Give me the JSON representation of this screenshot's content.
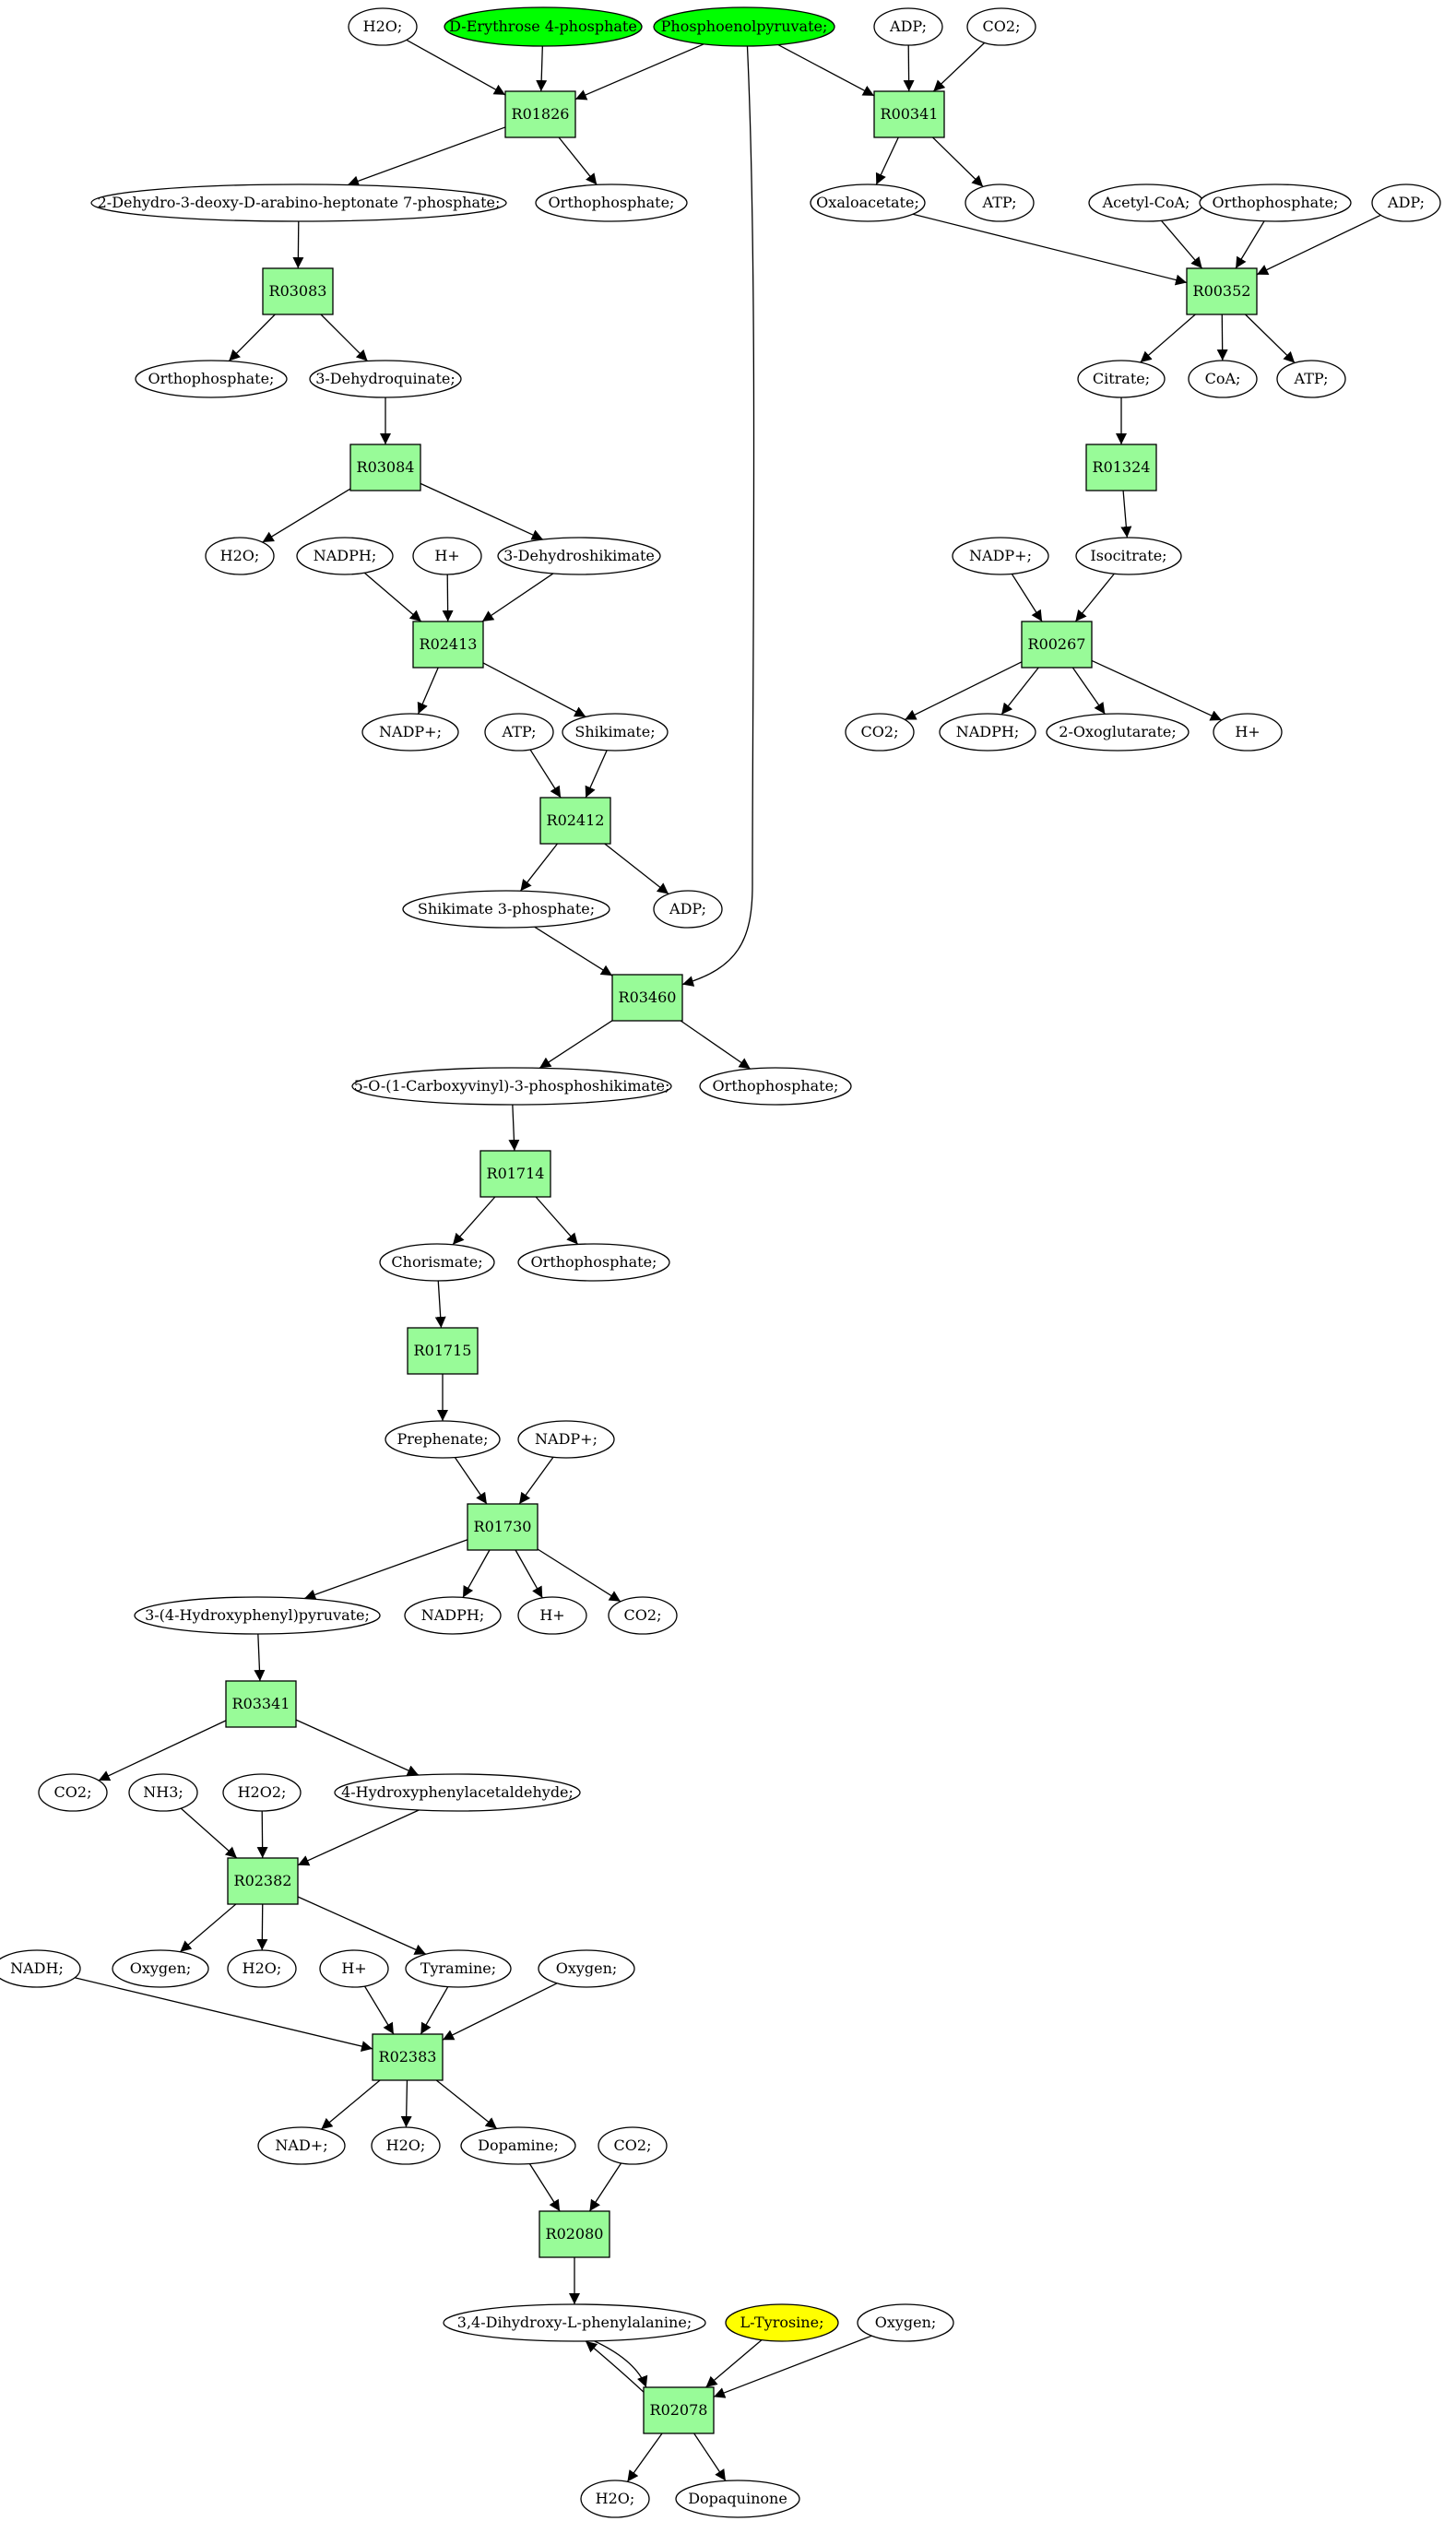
{
  "colors": {
    "reaction": "#98fb98",
    "compound": "#ffffff",
    "start": "#00ff00",
    "target": "#ffff00",
    "stroke": "#000000"
  },
  "nodes": [
    {
      "id": "c_h2o_1",
      "kind": "compound",
      "label": "H2O;"
    },
    {
      "id": "c_e4p",
      "kind": "start",
      "label": "D-Erythrose 4-phosphate"
    },
    {
      "id": "c_pep",
      "kind": "start",
      "label": "Phosphoenolpyruvate;"
    },
    {
      "id": "c_adp_1",
      "kind": "compound",
      "label": "ADP;"
    },
    {
      "id": "c_co2_1",
      "kind": "compound",
      "label": "CO2;"
    },
    {
      "id": "r_R01826",
      "kind": "reaction",
      "label": "R01826"
    },
    {
      "id": "r_R00341",
      "kind": "reaction",
      "label": "R00341"
    },
    {
      "id": "c_dahp",
      "kind": "compound",
      "label": "2-Dehydro-3-deoxy-D-arabino-heptonate 7-phosphate;"
    },
    {
      "id": "c_pi_1",
      "kind": "compound",
      "label": "Orthophosphate;"
    },
    {
      "id": "c_oaa",
      "kind": "compound",
      "label": "Oxaloacetate;"
    },
    {
      "id": "c_atp_1",
      "kind": "compound",
      "label": "ATP;"
    },
    {
      "id": "c_accoa",
      "kind": "compound",
      "label": "Acetyl-CoA;"
    },
    {
      "id": "c_pi_2",
      "kind": "compound",
      "label": "Orthophosphate;"
    },
    {
      "id": "c_adp_2",
      "kind": "compound",
      "label": "ADP;"
    },
    {
      "id": "r_R03083",
      "kind": "reaction",
      "label": "R03083"
    },
    {
      "id": "r_R00352",
      "kind": "reaction",
      "label": "R00352"
    },
    {
      "id": "c_pi_3",
      "kind": "compound",
      "label": "Orthophosphate;"
    },
    {
      "id": "c_dhq",
      "kind": "compound",
      "label": "3-Dehydroquinate;"
    },
    {
      "id": "c_citrate",
      "kind": "compound",
      "label": "Citrate;"
    },
    {
      "id": "c_coa",
      "kind": "compound",
      "label": "CoA;"
    },
    {
      "id": "c_atp_2",
      "kind": "compound",
      "label": "ATP;"
    },
    {
      "id": "r_R03084",
      "kind": "reaction",
      "label": "R03084"
    },
    {
      "id": "r_R01324",
      "kind": "reaction",
      "label": "R01324"
    },
    {
      "id": "c_h2o_2",
      "kind": "compound",
      "label": "H2O;"
    },
    {
      "id": "c_nadph_1",
      "kind": "compound",
      "label": "NADPH;"
    },
    {
      "id": "c_hplus_1",
      "kind": "compound",
      "label": "H+"
    },
    {
      "id": "c_dhs",
      "kind": "compound",
      "label": "3-Dehydroshikimate"
    },
    {
      "id": "c_nadp_1",
      "kind": "compound",
      "label": "NADP+;"
    },
    {
      "id": "c_isocitrate",
      "kind": "compound",
      "label": "Isocitrate;"
    },
    {
      "id": "r_R02413",
      "kind": "reaction",
      "label": "R02413"
    },
    {
      "id": "r_R00267",
      "kind": "reaction",
      "label": "R00267"
    },
    {
      "id": "c_nadp_2",
      "kind": "compound",
      "label": "NADP+;"
    },
    {
      "id": "c_atp_3",
      "kind": "compound",
      "label": "ATP;"
    },
    {
      "id": "c_shikimate",
      "kind": "compound",
      "label": "Shikimate;"
    },
    {
      "id": "c_co2_2",
      "kind": "compound",
      "label": "CO2;"
    },
    {
      "id": "c_nadph_2",
      "kind": "compound",
      "label": "NADPH;"
    },
    {
      "id": "c_oxoglutarate",
      "kind": "compound",
      "label": "2-Oxoglutarate;"
    },
    {
      "id": "c_hplus_2",
      "kind": "compound",
      "label": "H+"
    },
    {
      "id": "r_R02412",
      "kind": "reaction",
      "label": "R02412"
    },
    {
      "id": "c_s3p",
      "kind": "compound",
      "label": "Shikimate 3-phosphate;"
    },
    {
      "id": "c_adp_3",
      "kind": "compound",
      "label": "ADP;"
    },
    {
      "id": "r_R03460",
      "kind": "reaction",
      "label": "R03460"
    },
    {
      "id": "c_epsp",
      "kind": "compound",
      "label": "5-O-(1-Carboxyvinyl)-3-phosphoshikimate;"
    },
    {
      "id": "c_pi_4",
      "kind": "compound",
      "label": "Orthophosphate;"
    },
    {
      "id": "r_R01714",
      "kind": "reaction",
      "label": "R01714"
    },
    {
      "id": "c_chorismate",
      "kind": "compound",
      "label": "Chorismate;"
    },
    {
      "id": "c_pi_5",
      "kind": "compound",
      "label": "Orthophosphate;"
    },
    {
      "id": "r_R01715",
      "kind": "reaction",
      "label": "R01715"
    },
    {
      "id": "c_prephenate",
      "kind": "compound",
      "label": "Prephenate;"
    },
    {
      "id": "c_nadp_3",
      "kind": "compound",
      "label": "NADP+;"
    },
    {
      "id": "r_R01730",
      "kind": "reaction",
      "label": "R01730"
    },
    {
      "id": "c_hpp",
      "kind": "compound",
      "label": "3-(4-Hydroxyphenyl)pyruvate;"
    },
    {
      "id": "c_nadph_3",
      "kind": "compound",
      "label": "NADPH;"
    },
    {
      "id": "c_hplus_3",
      "kind": "compound",
      "label": "H+"
    },
    {
      "id": "c_co2_3",
      "kind": "compound",
      "label": "CO2;"
    },
    {
      "id": "r_R03341",
      "kind": "reaction",
      "label": "R03341"
    },
    {
      "id": "c_co2_4",
      "kind": "compound",
      "label": "CO2;"
    },
    {
      "id": "c_nh3",
      "kind": "compound",
      "label": "NH3;"
    },
    {
      "id": "c_h2o2",
      "kind": "compound",
      "label": "H2O2;"
    },
    {
      "id": "c_hpaa",
      "kind": "compound",
      "label": "4-Hydroxyphenylacetaldehyde;"
    },
    {
      "id": "r_R02382",
      "kind": "reaction",
      "label": "R02382"
    },
    {
      "id": "c_nadh",
      "kind": "compound",
      "label": "NADH;"
    },
    {
      "id": "c_oxygen_1",
      "kind": "compound",
      "label": "Oxygen;"
    },
    {
      "id": "c_h2o_3",
      "kind": "compound",
      "label": "H2O;"
    },
    {
      "id": "c_hplus_4",
      "kind": "compound",
      "label": "H+"
    },
    {
      "id": "c_tyramine",
      "kind": "compound",
      "label": "Tyramine;"
    },
    {
      "id": "c_oxygen_2",
      "kind": "compound",
      "label": "Oxygen;"
    },
    {
      "id": "r_R02383",
      "kind": "reaction",
      "label": "R02383"
    },
    {
      "id": "c_nad",
      "kind": "compound",
      "label": "NAD+;"
    },
    {
      "id": "c_h2o_4",
      "kind": "compound",
      "label": "H2O;"
    },
    {
      "id": "c_dopamine",
      "kind": "compound",
      "label": "Dopamine;"
    },
    {
      "id": "c_co2_5",
      "kind": "compound",
      "label": "CO2;"
    },
    {
      "id": "r_R02080",
      "kind": "reaction",
      "label": "R02080"
    },
    {
      "id": "c_ldopa",
      "kind": "compound",
      "label": "3,4-Dihydroxy-L-phenylalanine;"
    },
    {
      "id": "c_tyrosine",
      "kind": "target",
      "label": "L-Tyrosine;"
    },
    {
      "id": "c_oxygen_3",
      "kind": "compound",
      "label": "Oxygen;"
    },
    {
      "id": "r_R02078",
      "kind": "reaction",
      "label": "R02078"
    },
    {
      "id": "c_h2o_5",
      "kind": "compound",
      "label": "H2O;"
    },
    {
      "id": "c_dopaquinone",
      "kind": "compound",
      "label": "Dopaquinone"
    }
  ],
  "edges": [
    [
      "c_h2o_1",
      "r_R01826"
    ],
    [
      "c_e4p",
      "r_R01826"
    ],
    [
      "c_pep",
      "r_R01826"
    ],
    [
      "c_pep",
      "r_R00341"
    ],
    [
      "c_adp_1",
      "r_R00341"
    ],
    [
      "c_co2_1",
      "r_R00341"
    ],
    [
      "c_pep",
      "r_R03460"
    ],
    [
      "r_R01826",
      "c_dahp"
    ],
    [
      "r_R01826",
      "c_pi_1"
    ],
    [
      "r_R00341",
      "c_oaa"
    ],
    [
      "r_R00341",
      "c_atp_1"
    ],
    [
      "c_oaa",
      "r_R00352"
    ],
    [
      "c_accoa",
      "r_R00352"
    ],
    [
      "c_pi_2",
      "r_R00352"
    ],
    [
      "c_adp_2",
      "r_R00352"
    ],
    [
      "c_dahp",
      "r_R03083"
    ],
    [
      "r_R03083",
      "c_pi_3"
    ],
    [
      "r_R03083",
      "c_dhq"
    ],
    [
      "r_R00352",
      "c_citrate"
    ],
    [
      "r_R00352",
      "c_coa"
    ],
    [
      "r_R00352",
      "c_atp_2"
    ],
    [
      "c_dhq",
      "r_R03084"
    ],
    [
      "c_citrate",
      "r_R01324"
    ],
    [
      "r_R03084",
      "c_h2o_2"
    ],
    [
      "r_R03084",
      "c_dhs"
    ],
    [
      "r_R01324",
      "c_isocitrate"
    ],
    [
      "c_nadph_1",
      "r_R02413"
    ],
    [
      "c_hplus_1",
      "r_R02413"
    ],
    [
      "c_dhs",
      "r_R02413"
    ],
    [
      "c_nadp_1",
      "r_R00267"
    ],
    [
      "c_isocitrate",
      "r_R00267"
    ],
    [
      "r_R02413",
      "c_nadp_2"
    ],
    [
      "r_R02413",
      "c_shikimate"
    ],
    [
      "r_R00267",
      "c_co2_2"
    ],
    [
      "r_R00267",
      "c_nadph_2"
    ],
    [
      "r_R00267",
      "c_oxoglutarate"
    ],
    [
      "r_R00267",
      "c_hplus_2"
    ],
    [
      "c_atp_3",
      "r_R02412"
    ],
    [
      "c_shikimate",
      "r_R02412"
    ],
    [
      "r_R02412",
      "c_s3p"
    ],
    [
      "r_R02412",
      "c_adp_3"
    ],
    [
      "c_s3p",
      "r_R03460"
    ],
    [
      "r_R03460",
      "c_epsp"
    ],
    [
      "r_R03460",
      "c_pi_4"
    ],
    [
      "c_epsp",
      "r_R01714"
    ],
    [
      "r_R01714",
      "c_chorismate"
    ],
    [
      "r_R01714",
      "c_pi_5"
    ],
    [
      "c_chorismate",
      "r_R01715"
    ],
    [
      "r_R01715",
      "c_prephenate"
    ],
    [
      "c_prephenate",
      "r_R01730"
    ],
    [
      "c_nadp_3",
      "r_R01730"
    ],
    [
      "r_R01730",
      "c_hpp"
    ],
    [
      "r_R01730",
      "c_nadph_3"
    ],
    [
      "r_R01730",
      "c_hplus_3"
    ],
    [
      "r_R01730",
      "c_co2_3"
    ],
    [
      "c_hpp",
      "r_R03341"
    ],
    [
      "r_R03341",
      "c_co2_4"
    ],
    [
      "r_R03341",
      "c_hpaa"
    ],
    [
      "c_nh3",
      "r_R02382"
    ],
    [
      "c_h2o2",
      "r_R02382"
    ],
    [
      "c_hpaa",
      "r_R02382"
    ],
    [
      "r_R02382",
      "c_oxygen_1"
    ],
    [
      "r_R02382",
      "c_h2o_3"
    ],
    [
      "r_R02382",
      "c_tyramine"
    ],
    [
      "c_nadh",
      "r_R02383"
    ],
    [
      "c_hplus_4",
      "r_R02383"
    ],
    [
      "c_tyramine",
      "r_R02383"
    ],
    [
      "c_oxygen_2",
      "r_R02383"
    ],
    [
      "r_R02383",
      "c_nad"
    ],
    [
      "r_R02383",
      "c_h2o_4"
    ],
    [
      "r_R02383",
      "c_dopamine"
    ],
    [
      "c_dopamine",
      "r_R02080"
    ],
    [
      "c_co2_5",
      "r_R02080"
    ],
    [
      "r_R02080",
      "c_ldopa"
    ],
    [
      "c_ldopa",
      "r_R02078"
    ],
    [
      "r_R02078",
      "c_ldopa"
    ],
    [
      "c_tyrosine",
      "r_R02078"
    ],
    [
      "c_oxygen_3",
      "r_R02078"
    ],
    [
      "r_R02078",
      "c_h2o_5"
    ],
    [
      "r_R02078",
      "c_dopaquinone"
    ]
  ]
}
